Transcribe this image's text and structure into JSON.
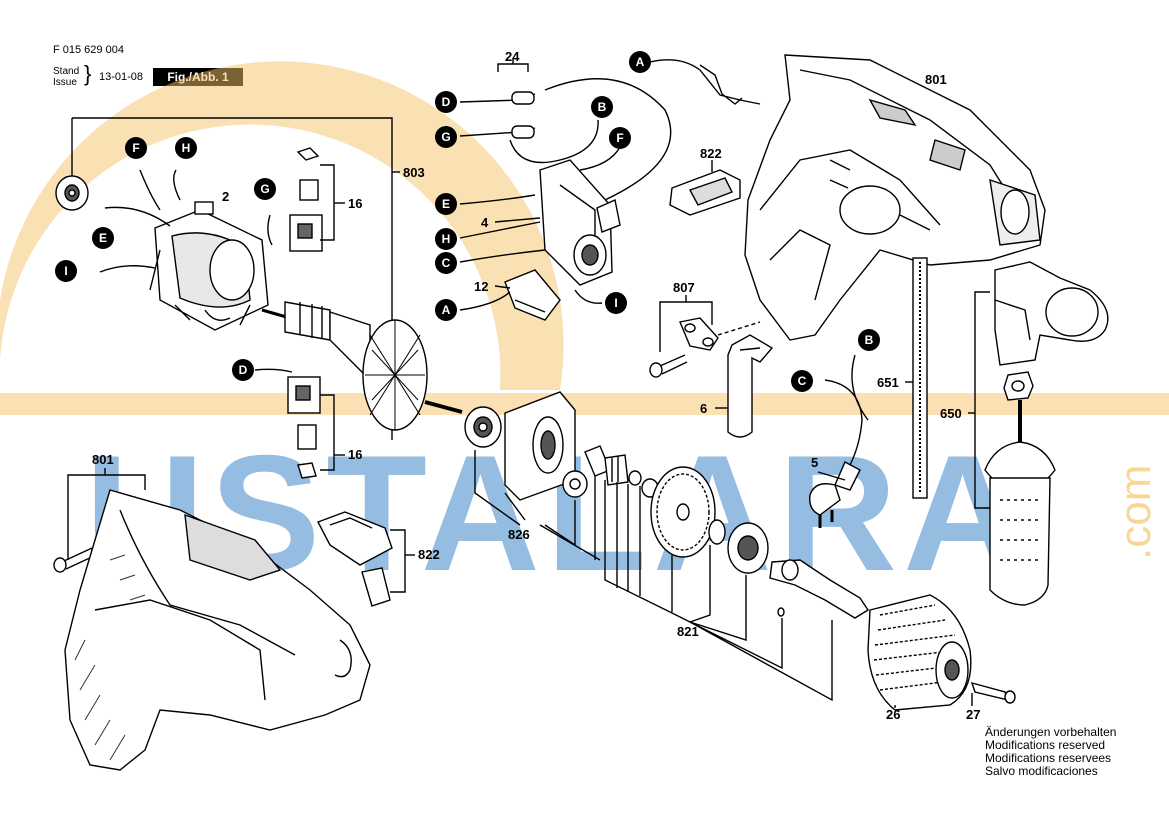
{
  "header": {
    "doc_number": "F 015 629 004",
    "stand_label": "Stand",
    "issue_label": "Issue",
    "date": "13-01-08",
    "figure_label": "Fig./Abb. 1"
  },
  "notes": [
    "Änderungen vorbehalten",
    "Modifications reserved",
    "Modifications reservees",
    "Salvo modificaciones"
  ],
  "watermark": {
    "main": "USTALARA",
    "suffix": ".com",
    "color": "#2e7bc4",
    "accent": "#f3b030"
  },
  "part_labels": {
    "p801_top": "801",
    "p801_left": "801",
    "p803": "803",
    "p2": "2",
    "p16_a": "16",
    "p16_b": "16",
    "p24": "24",
    "p4": "4",
    "p12": "12",
    "p822_top": "822",
    "p822_bottom": "822",
    "p807": "807",
    "p6": "6",
    "p5": "5",
    "p651": "651",
    "p650": "650",
    "p826": "826",
    "p821": "821",
    "p26": "26",
    "p27": "27"
  },
  "connectors": {
    "A_top": "A",
    "A_mid": "A",
    "B_top": "B",
    "B_right": "B",
    "C_mid": "C",
    "C_right": "C",
    "D_top": "D",
    "D_left": "D",
    "E_left": "E",
    "E_mid": "E",
    "F_left": "F",
    "F_mid": "F",
    "G_left": "G",
    "G_mid": "G",
    "H_left": "H",
    "H_mid": "H",
    "I_left": "I",
    "I_mid": "I"
  }
}
